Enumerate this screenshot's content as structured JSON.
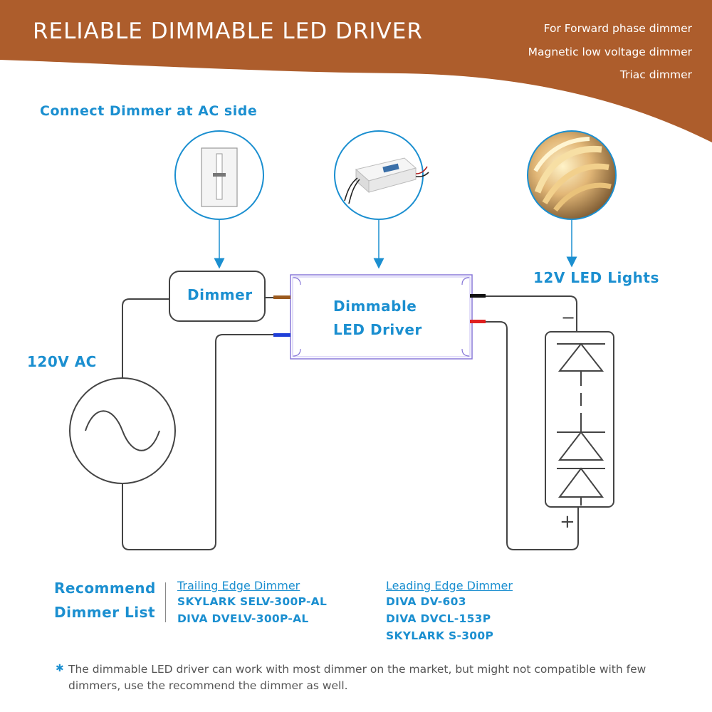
{
  "header": {
    "title": "RELIABLE DIMMABLE LED DRIVER",
    "features": [
      "For Forward phase dimmer",
      "Magnetic low voltage dimmer",
      "Triac dimmer"
    ]
  },
  "colors": {
    "header_bg": "#ad5d2c",
    "accent": "#1b8fd0",
    "wire": "#444444",
    "driver_outline": "#8878d8"
  },
  "diagram": {
    "subtitle": "Connect Dimmer at AC side",
    "dimmer_label": "Dimmer",
    "driver_label_line1": "Dimmable",
    "driver_label_line2": "LED Driver",
    "source_label": "120V AC",
    "lights_label": "12V LED Lights",
    "minus_label": "−",
    "plus_label": "+"
  },
  "recommend": {
    "title_line1": "Recommend",
    "title_line2": "Dimmer List",
    "trailing": {
      "heading": "Trailing Edge Dimmer",
      "items": [
        "SKYLARK SELV-300P-AL",
        "DIVA DVELV-300P-AL"
      ]
    },
    "leading": {
      "heading": "Leading Edge Dimmer",
      "items": [
        "DIVA DV-603",
        "DIVA DVCL-153P",
        "SKYLARK S-300P"
      ]
    }
  },
  "footnote": "The dimmable LED driver can work with most dimmer on the market, but might not compatible with few dimmers, use the recommend the dimmer as well."
}
